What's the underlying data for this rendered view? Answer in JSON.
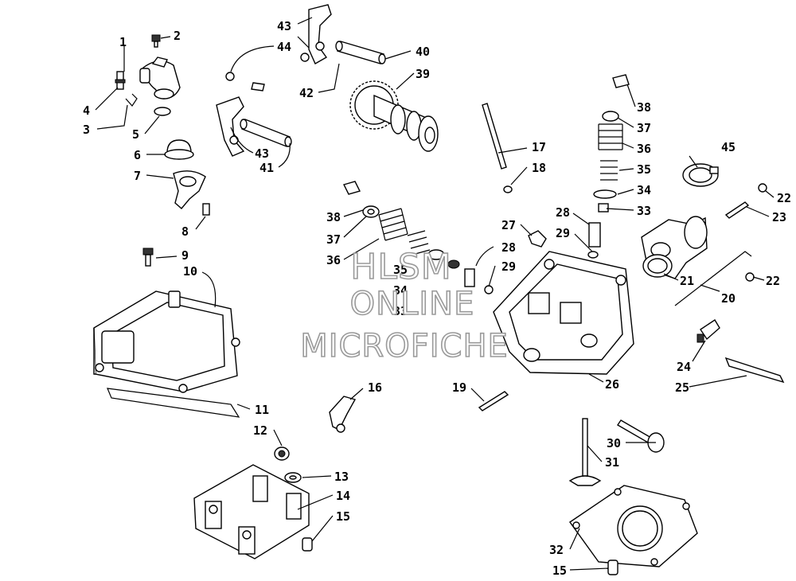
{
  "callouts": [
    {
      "id": "c1",
      "text": "1"
    },
    {
      "id": "c2",
      "text": "2"
    },
    {
      "id": "c3",
      "text": "3"
    },
    {
      "id": "c4",
      "text": "4"
    },
    {
      "id": "c5",
      "text": "5"
    },
    {
      "id": "c6",
      "text": "6"
    },
    {
      "id": "c7",
      "text": "7"
    },
    {
      "id": "c8",
      "text": "8"
    },
    {
      "id": "c9",
      "text": "9"
    },
    {
      "id": "c10",
      "text": "10"
    },
    {
      "id": "c11",
      "text": "11"
    },
    {
      "id": "c12",
      "text": "12"
    },
    {
      "id": "c13",
      "text": "13"
    },
    {
      "id": "c14",
      "text": "14"
    },
    {
      "id": "c15a",
      "text": "15"
    },
    {
      "id": "c15b",
      "text": "15"
    },
    {
      "id": "c16",
      "text": "16"
    },
    {
      "id": "c17",
      "text": "17"
    },
    {
      "id": "c18",
      "text": "18"
    },
    {
      "id": "c19",
      "text": "19"
    },
    {
      "id": "c20",
      "text": "20"
    },
    {
      "id": "c21",
      "text": "21"
    },
    {
      "id": "c22a",
      "text": "22"
    },
    {
      "id": "c22b",
      "text": "22"
    },
    {
      "id": "c23",
      "text": "23"
    },
    {
      "id": "c24",
      "text": "24"
    },
    {
      "id": "c25",
      "text": "25"
    },
    {
      "id": "c26",
      "text": "26"
    },
    {
      "id": "c27",
      "text": "27"
    },
    {
      "id": "c28a",
      "text": "28"
    },
    {
      "id": "c28b",
      "text": "28"
    },
    {
      "id": "c29a",
      "text": "29"
    },
    {
      "id": "c29b",
      "text": "29"
    },
    {
      "id": "c30",
      "text": "30"
    },
    {
      "id": "c31",
      "text": "31"
    },
    {
      "id": "c32",
      "text": "32"
    },
    {
      "id": "c33a",
      "text": "33"
    },
    {
      "id": "c33b",
      "text": "33"
    },
    {
      "id": "c34a",
      "text": "34"
    },
    {
      "id": "c34b",
      "text": "34"
    },
    {
      "id": "c35a",
      "text": "35"
    },
    {
      "id": "c35b",
      "text": "35"
    },
    {
      "id": "c36a",
      "text": "36"
    },
    {
      "id": "c36b",
      "text": "36"
    },
    {
      "id": "c37a",
      "text": "37"
    },
    {
      "id": "c37b",
      "text": "37"
    },
    {
      "id": "c38a",
      "text": "38"
    },
    {
      "id": "c38b",
      "text": "38"
    },
    {
      "id": "c39",
      "text": "39"
    },
    {
      "id": "c40",
      "text": "40"
    },
    {
      "id": "c41",
      "text": "41"
    },
    {
      "id": "c42",
      "text": "42"
    },
    {
      "id": "c43a",
      "text": "43"
    },
    {
      "id": "c43b",
      "text": "43"
    },
    {
      "id": "c44",
      "text": "44"
    },
    {
      "id": "c45",
      "text": "45"
    }
  ],
  "watermark": {
    "line1": "HLSM",
    "line2": "ONLINE",
    "line3": "MICROFICHE",
    "color": "#9a9a9a"
  }
}
